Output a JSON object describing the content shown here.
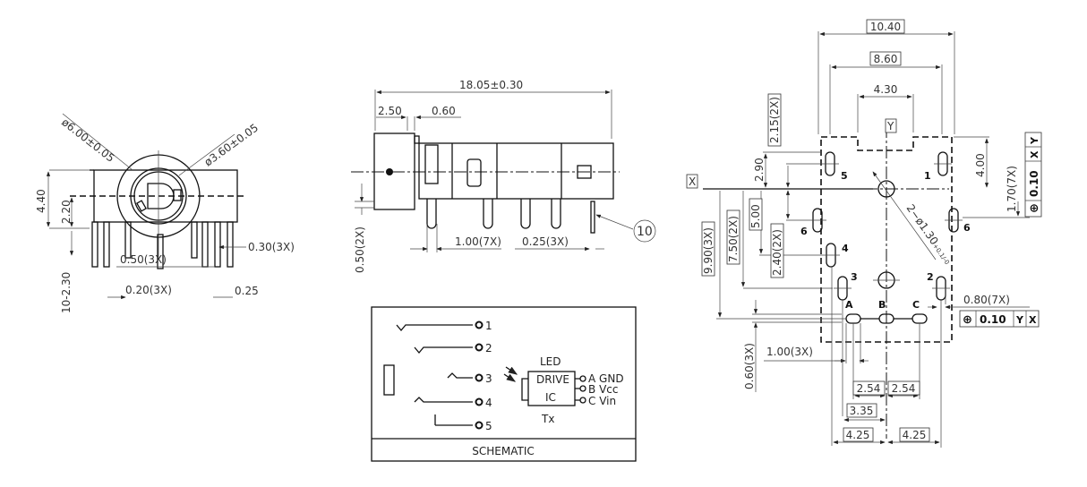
{
  "front_view": {
    "dia_outer": "ø6.00±0.05",
    "dia_inner": "ø3.60±0.05",
    "height": "4.40",
    "center_height": "2.20",
    "pin_length": "10-2.30",
    "pin_width_a": "0.50(3X)",
    "pin_width_b": "0.30(3X)",
    "pin_thick_a": "0.20(3X)",
    "pin_thick_b": "0.25"
  },
  "side_view": {
    "length": "18.05±0.30",
    "flange": "2.50",
    "gap": "0.60",
    "standoff": "0.50(2X)",
    "pin_width": "1.00(7X)",
    "pin_thick": "0.25(3X)",
    "callout": "10"
  },
  "schematic": {
    "title": "SCHEMATIC",
    "pins": [
      "1",
      "2",
      "3",
      "4",
      "5"
    ],
    "led_label": "LED",
    "drive_label": "DRIVE",
    "ic_label": "IC",
    "tx_label": "Tx",
    "outputs": [
      {
        "letter": "A",
        "name": "GND"
      },
      {
        "letter": "B",
        "name": "Vcc"
      },
      {
        "letter": "C",
        "name": "Vin"
      }
    ]
  },
  "pcb_layout": {
    "width_total": "10.40",
    "width_pins": "8.60",
    "notch": "4.30",
    "datum_x": "X",
    "datum_y": "Y",
    "dim_2_15": "2.15(2X)",
    "dim_2_90": "2.90",
    "dim_5_00": "5.00",
    "dim_7_50": "7.50(2X)",
    "dim_9_90": "9.90(3X)",
    "dim_2_40": "2.40(2X)",
    "dim_4_00": "4.00",
    "dim_1_70": "1.70(7X)",
    "hole_dia": "2−ø1.30",
    "hole_tol": "+0.1/-0",
    "slot_width": "0.80(7X)",
    "slot_small": "0.60(3X)",
    "slot_len": "1.00(3X)",
    "pitch_a": "2.54",
    "pitch_b": "2.54",
    "dim_3_35": "3.35",
    "dim_4_25_a": "4.25",
    "dim_4_25_b": "4.25",
    "pin_labels": [
      "5",
      "1",
      "6",
      "6",
      "4",
      "3",
      "2",
      "A",
      "B",
      "C"
    ],
    "fcf_right": {
      "symbol": "⊕",
      "tol": "0.10",
      "d1": "Y",
      "d2": "X"
    },
    "fcf_vertical": {
      "symbol": "⊕",
      "tol": "0.10",
      "d1": "X",
      "d2": "Y"
    }
  }
}
